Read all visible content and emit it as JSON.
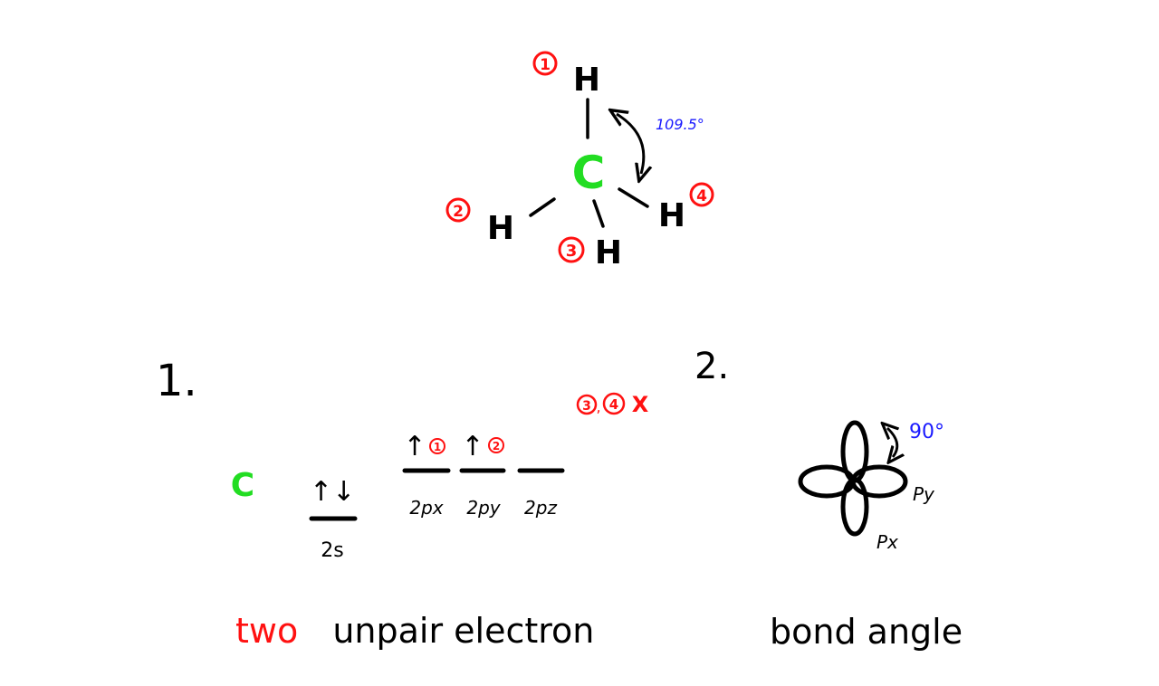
{
  "colors": {
    "ink": "#000000",
    "carbon": "#22dd22",
    "marker": "#ff1111",
    "angle": "#1a1aff"
  },
  "molecule": {
    "center_atom": "C",
    "hydrogens": [
      {
        "symbol": "H",
        "marker": "1"
      },
      {
        "symbol": "H",
        "marker": "2"
      },
      {
        "symbol": "H",
        "marker": "3"
      },
      {
        "symbol": "H",
        "marker": "4"
      }
    ],
    "bond_angle_label": "109.5°"
  },
  "section1": {
    "number": "1.",
    "atom": "C",
    "excluded_note": {
      "markers": [
        "3",
        "4"
      ],
      "separator": ",",
      "cross": "X"
    },
    "orbitals": [
      {
        "label": "2s",
        "electrons": "↑↓",
        "marker": ""
      },
      {
        "label": "2px",
        "electrons": "↑",
        "marker": "1"
      },
      {
        "label": "2py",
        "electrons": "↑",
        "marker": "2"
      },
      {
        "label": "2pz",
        "electrons": "",
        "marker": ""
      }
    ],
    "caption_highlight": "two",
    "caption_rest": "unpair electron"
  },
  "section2": {
    "number": "2.",
    "angle_label": "90°",
    "axis_labels": {
      "py": "Py",
      "px": "Px"
    },
    "caption": "bond angle"
  }
}
